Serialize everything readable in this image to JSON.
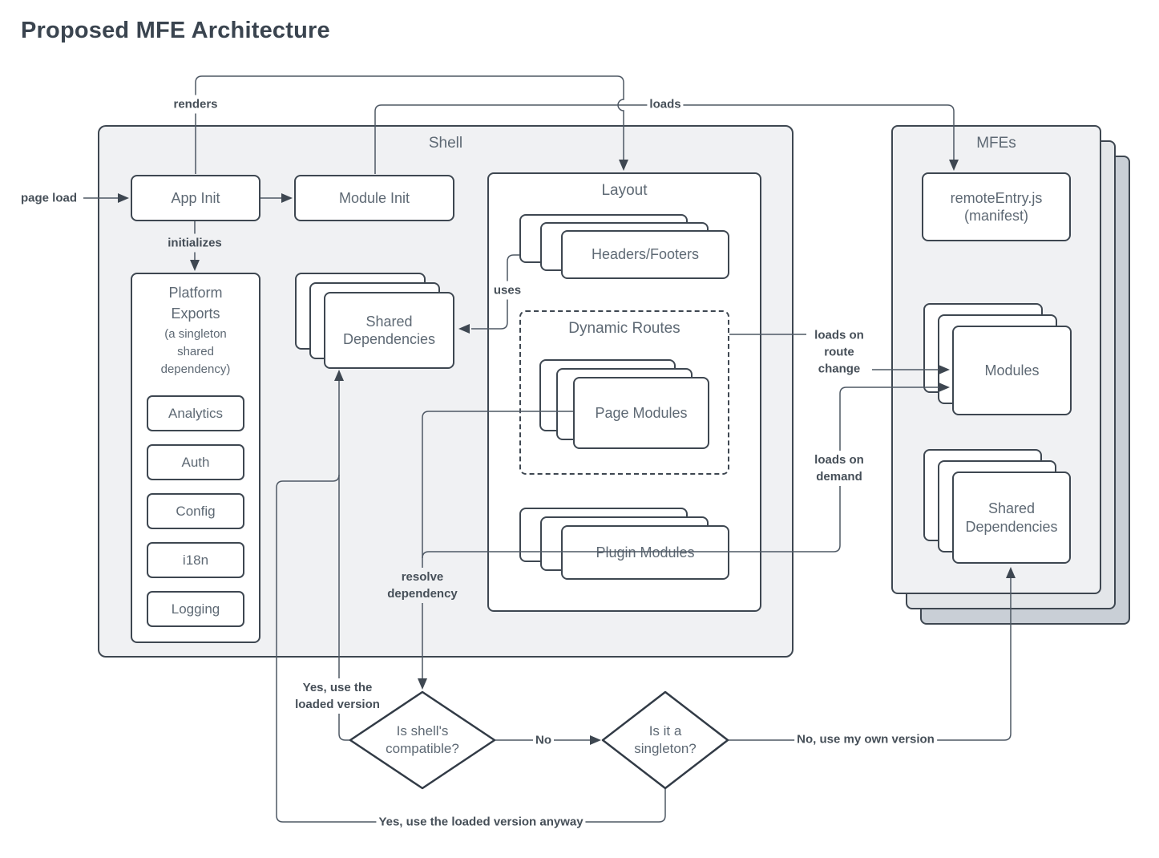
{
  "title": "Proposed MFE Architecture",
  "colors": {
    "title_text": "#3a444f",
    "container_border": "#3e4751",
    "connector_line": "#4e5864",
    "node_text": "#5e6974",
    "edge_label_text": "#464f58",
    "node_fill": "#ffffff",
    "shell_fill": "#f0f1f3",
    "mfes_layer2_fill": "#e3e6e9",
    "mfes_layer3_fill": "#c9cfd6"
  },
  "containers": {
    "shell": {
      "label": "Shell"
    },
    "layout": {
      "label": "Layout"
    },
    "dynamic_routes": {
      "label": "Dynamic Routes"
    },
    "mfes": {
      "label": "MFEs"
    }
  },
  "nodes": {
    "app_init": {
      "label": "App Init"
    },
    "module_init": {
      "label": "Module Init"
    },
    "platform_exports": {
      "title": "Platform Exports",
      "subtitle": "(a singleton shared dependency)",
      "items": [
        "Analytics",
        "Auth",
        "Config",
        "i18n",
        "Logging"
      ]
    },
    "shared_dependencies_shell": {
      "label": "Shared Dependencies"
    },
    "headers_footers": {
      "label": "Headers/Footers"
    },
    "page_modules": {
      "label": "Page Modules"
    },
    "plugin_modules": {
      "label": "Plugin Modules"
    },
    "remote_entry": {
      "label": "remoteEntry.js (manifest)"
    },
    "mfe_modules": {
      "label": "Modules"
    },
    "mfe_shared_dependencies": {
      "label": "Shared Dependencies"
    }
  },
  "decisions": {
    "shell_compatible": {
      "label": "Is shell's compatible?"
    },
    "is_singleton": {
      "label": "Is it a singleton?"
    }
  },
  "edge_labels": {
    "renders": "renders",
    "loads": "loads",
    "page_load": "page load",
    "initializes": "initializes",
    "uses": "uses",
    "loads_on_route_change": "loads on route change",
    "loads_on_demand": "loads on demand",
    "resolve_dependency": "resolve dependency",
    "yes_use_the_loaded_version": "Yes, use the loaded version",
    "no": "No",
    "no_use_my_own_version": "No, use my own version",
    "yes_use_the_loaded_version_anyway": "Yes, use the loaded version anyway"
  }
}
